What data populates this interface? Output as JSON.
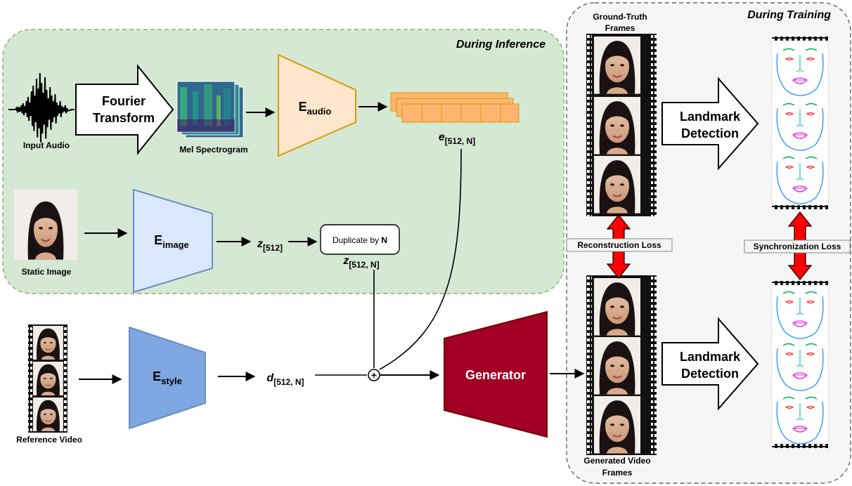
{
  "regions": {
    "inference_label": "During Inference",
    "training_label": "During Training"
  },
  "audio": {
    "input_label": "Input Audio",
    "fourier_line1": "Fourier",
    "fourier_line2": "Transform",
    "mel_label": "Mel Spectrogram",
    "encoder_main": "E",
    "encoder_sub": "audio",
    "embedding_main": "e",
    "embedding_sub": "[512, N]"
  },
  "image": {
    "static_label": "Static Image",
    "encoder_main": "E",
    "encoder_sub": "image",
    "z_main": "z",
    "z_sub": "[512]",
    "duplicate_text": "Duplicate by ",
    "duplicate_bold": "N",
    "zN_main": "z",
    "zN_sub": "[512, N]"
  },
  "style": {
    "reference_label": "Reference Video",
    "encoder_main": "E",
    "encoder_sub": "style",
    "d_main": "d",
    "d_sub": "[512, N]"
  },
  "generator": {
    "label": "Generator",
    "sum_symbol": "+"
  },
  "training": {
    "gt_line1": "Ground-Truth",
    "gt_line2": "Frames",
    "generated_line1": "Generated Video",
    "generated_line2": "Frames",
    "landmark_line1": "Landmark",
    "landmark_line2": "Detection",
    "reconstruction_loss": "Reconstruction Loss",
    "synchronization_loss": "Synchronization Loss"
  },
  "colors": {
    "inference_fill": "#d5e8d4",
    "inference_border": "#82b366",
    "training_fill": "#f5f5f5",
    "training_border": "#666666",
    "audio_encoder_fill": "#ffe6cc",
    "audio_encoder_border": "#d79b00",
    "image_encoder_fill": "#dae8fc",
    "image_encoder_border": "#6c8ebf",
    "style_encoder_fill": "#7ea6e0",
    "style_encoder_border": "#6c8ebf",
    "embedding_fill": "#ffb570",
    "generator_fill": "#a20025",
    "generator_border": "#6f0000",
    "loss_arrow": "#ff0000"
  }
}
